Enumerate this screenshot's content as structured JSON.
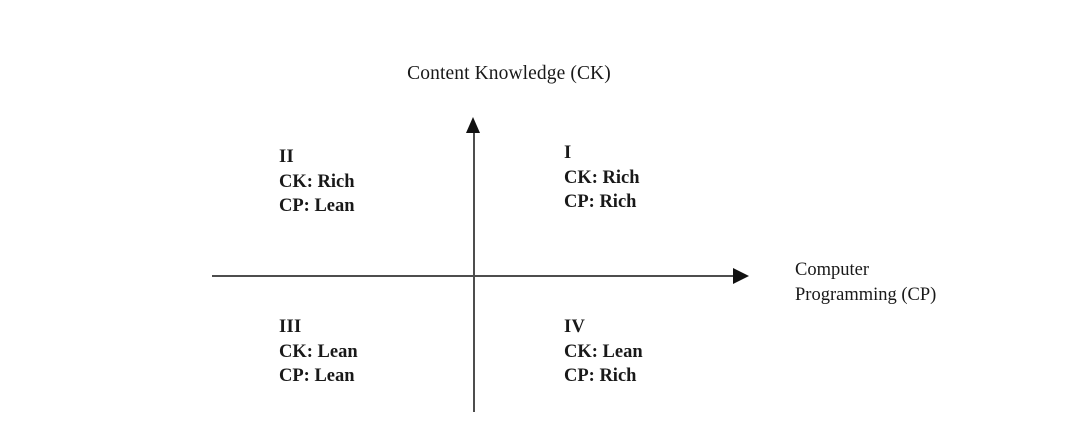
{
  "figure": {
    "type": "quadrant-diagram",
    "background_color": "#ffffff",
    "text_color": "#191919",
    "axis_color": "#4d4d4d",
    "arrow_color": "#111111"
  },
  "axes": {
    "y": {
      "title": "Content Knowledge (CK)",
      "arrow": "up-arrow-icon"
    },
    "x": {
      "title_line1": "Computer",
      "title_line2": "Programming (CP)",
      "arrow": "right-arrow-icon"
    }
  },
  "chart_data": {
    "type": "scatter",
    "title": "Content Knowledge (CK)",
    "xlabel": "Computer Programming (CP)",
    "ylabel": "Content Knowledge (CK)",
    "grid": false,
    "legend": "none",
    "quadrants": [
      {
        "numeral": "I",
        "position": "top-right",
        "ck": "Rich",
        "cp": "Rich",
        "ck_line": "CK: Rich",
        "cp_line": "CP: Rich"
      },
      {
        "numeral": "II",
        "position": "top-left",
        "ck": "Rich",
        "cp": "Lean",
        "ck_line": "CK: Rich",
        "cp_line": "CP: Lean"
      },
      {
        "numeral": "III",
        "position": "bottom-left",
        "ck": "Lean",
        "cp": "Lean",
        "ck_line": "CK: Lean",
        "cp_line": "CP: Lean"
      },
      {
        "numeral": "IV",
        "position": "bottom-right",
        "ck": "Lean",
        "cp": "Rich",
        "ck_line": "CK: Lean",
        "cp_line": "CP: Rich"
      }
    ]
  }
}
